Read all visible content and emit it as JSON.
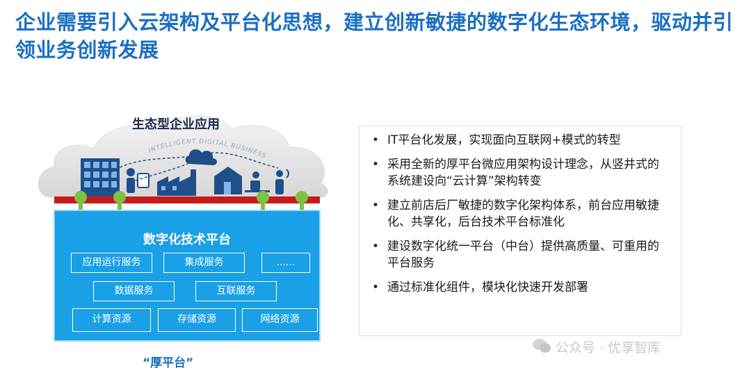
{
  "title": "企业需要引入云架构及平台化思想，建立创新敏捷的数字化生态环境，驱动并引领业务创新发展",
  "cloud": {
    "title": "生态型企业应用",
    "subtitle": "INTELLIGENT DIGITAL BUSINESS",
    "icons": [
      "building-icon",
      "tablet-icon",
      "person-icon",
      "factory-icon",
      "cloud-icon",
      "house-icon",
      "desk-worker-icon",
      "wifi-person-icon"
    ]
  },
  "platform": {
    "title": "数字化技术平台",
    "rows": [
      [
        "应用运行服务",
        "集成服务",
        "......"
      ],
      [
        "数据服务",
        "互联服务"
      ],
      [
        "计算资源",
        "存储资源",
        "网络资源"
      ]
    ],
    "label": "“厚平台”"
  },
  "bullets": [
    "IT平台化发展，实现面向互联网+模式的转型",
    "采用全新的厚平台微应用架构设计理念，从竖井式的系统建设向“云计算”架构转变",
    "建立前店后厂敏捷的数字化架构体系，前台应用敏捷化、共享化，后台技术平台标准化",
    "建设数字化统一平台（中台）提供高质量、可重用的平台服务",
    "通过标准化组件，模块化快速开发部署"
  ],
  "watermark": "公众号 · 优享智库",
  "colors": {
    "title": "#1b6fc2",
    "platform": "#1aa0e6",
    "bar": "#c81a1a",
    "connector": "#7cc242",
    "icons": "#1f4f8a"
  }
}
